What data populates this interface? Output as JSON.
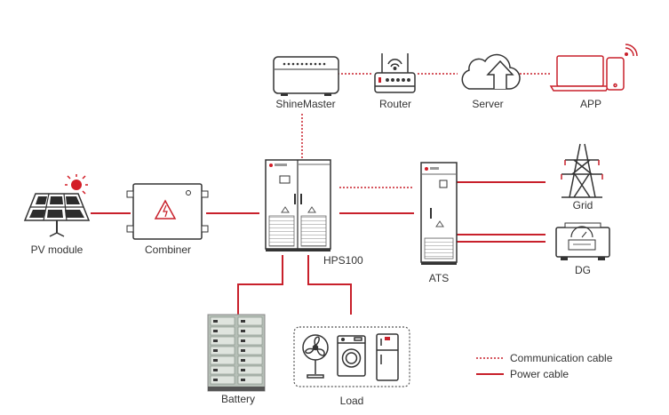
{
  "colors": {
    "power": "#c8202b",
    "communication": "#c8202b",
    "outline": "#333333",
    "accent": "#d31d27",
    "battery": "#9aa59c"
  },
  "nodes": {
    "shinemaster": {
      "label": "ShineMaster",
      "icon": "shinemaster-device-icon"
    },
    "router": {
      "label": "Router",
      "icon": "router-icon"
    },
    "server": {
      "label": "Server",
      "icon": "cloud-upload-icon"
    },
    "app": {
      "label": "APP",
      "icon": "laptop-phone-icon"
    },
    "pv_module": {
      "label": "PV module",
      "icon": "solar-panel-icon"
    },
    "combiner": {
      "label": "Combiner",
      "icon": "combiner-box-icon"
    },
    "hps": {
      "label": "HPS100",
      "icon": "inverter-cabinet-icon"
    },
    "ats": {
      "label": "ATS",
      "icon": "ats-cabinet-icon"
    },
    "grid": {
      "label": "Grid",
      "icon": "transmission-tower-icon"
    },
    "dg": {
      "label": "DG",
      "icon": "diesel-generator-icon"
    },
    "battery": {
      "label": "Battery",
      "icon": "battery-rack-icon"
    },
    "load": {
      "label": "Load",
      "icon": "household-appliances-icon"
    }
  },
  "legend": {
    "communication": "Communication cable",
    "power": "Power cable"
  }
}
